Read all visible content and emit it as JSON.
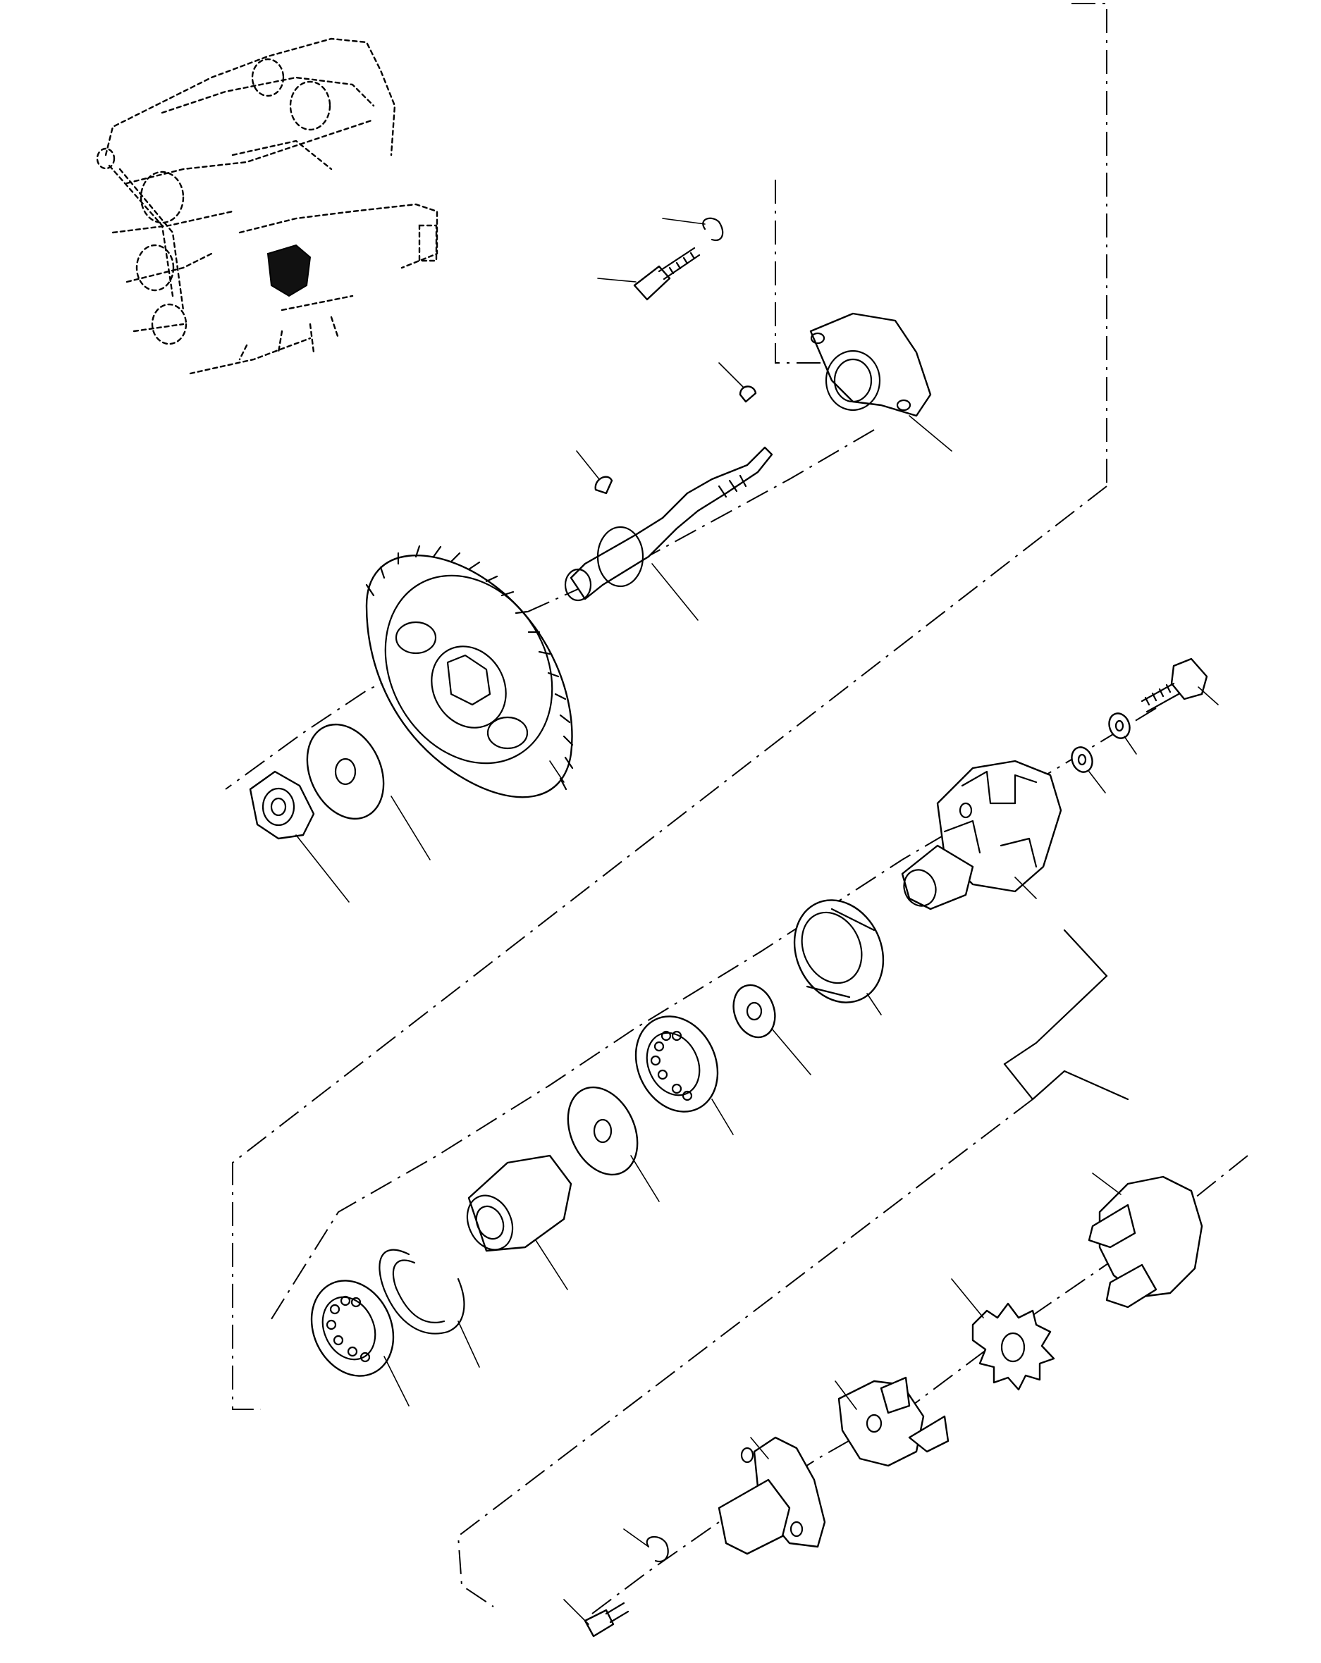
{
  "diagram": {
    "type": "exploded-parts-view",
    "colors": {
      "line": "#000000",
      "background": "#ffffff"
    },
    "inset_highlight": "gear-housing-region",
    "parts": [
      {
        "name": "mounting-bracket"
      },
      {
        "name": "circlip"
      },
      {
        "name": "cap-screw"
      },
      {
        "name": "woodruff-key"
      },
      {
        "name": "woodruff-key"
      },
      {
        "name": "shaft"
      },
      {
        "name": "drive-gear"
      },
      {
        "name": "washer"
      },
      {
        "name": "nut"
      },
      {
        "name": "bolt"
      },
      {
        "name": "lock-washer"
      },
      {
        "name": "washer"
      },
      {
        "name": "coupling-hub"
      },
      {
        "name": "bearing"
      },
      {
        "name": "shim"
      },
      {
        "name": "ball-bearing"
      },
      {
        "name": "spacer-washer"
      },
      {
        "name": "collar"
      },
      {
        "name": "snap-ring"
      },
      {
        "name": "ball-bearing"
      },
      {
        "name": "coupling-jaw"
      },
      {
        "name": "rubber-spider"
      },
      {
        "name": "coupling-jaw"
      },
      {
        "name": "flange-hub"
      },
      {
        "name": "circlip"
      },
      {
        "name": "screw"
      }
    ]
  }
}
